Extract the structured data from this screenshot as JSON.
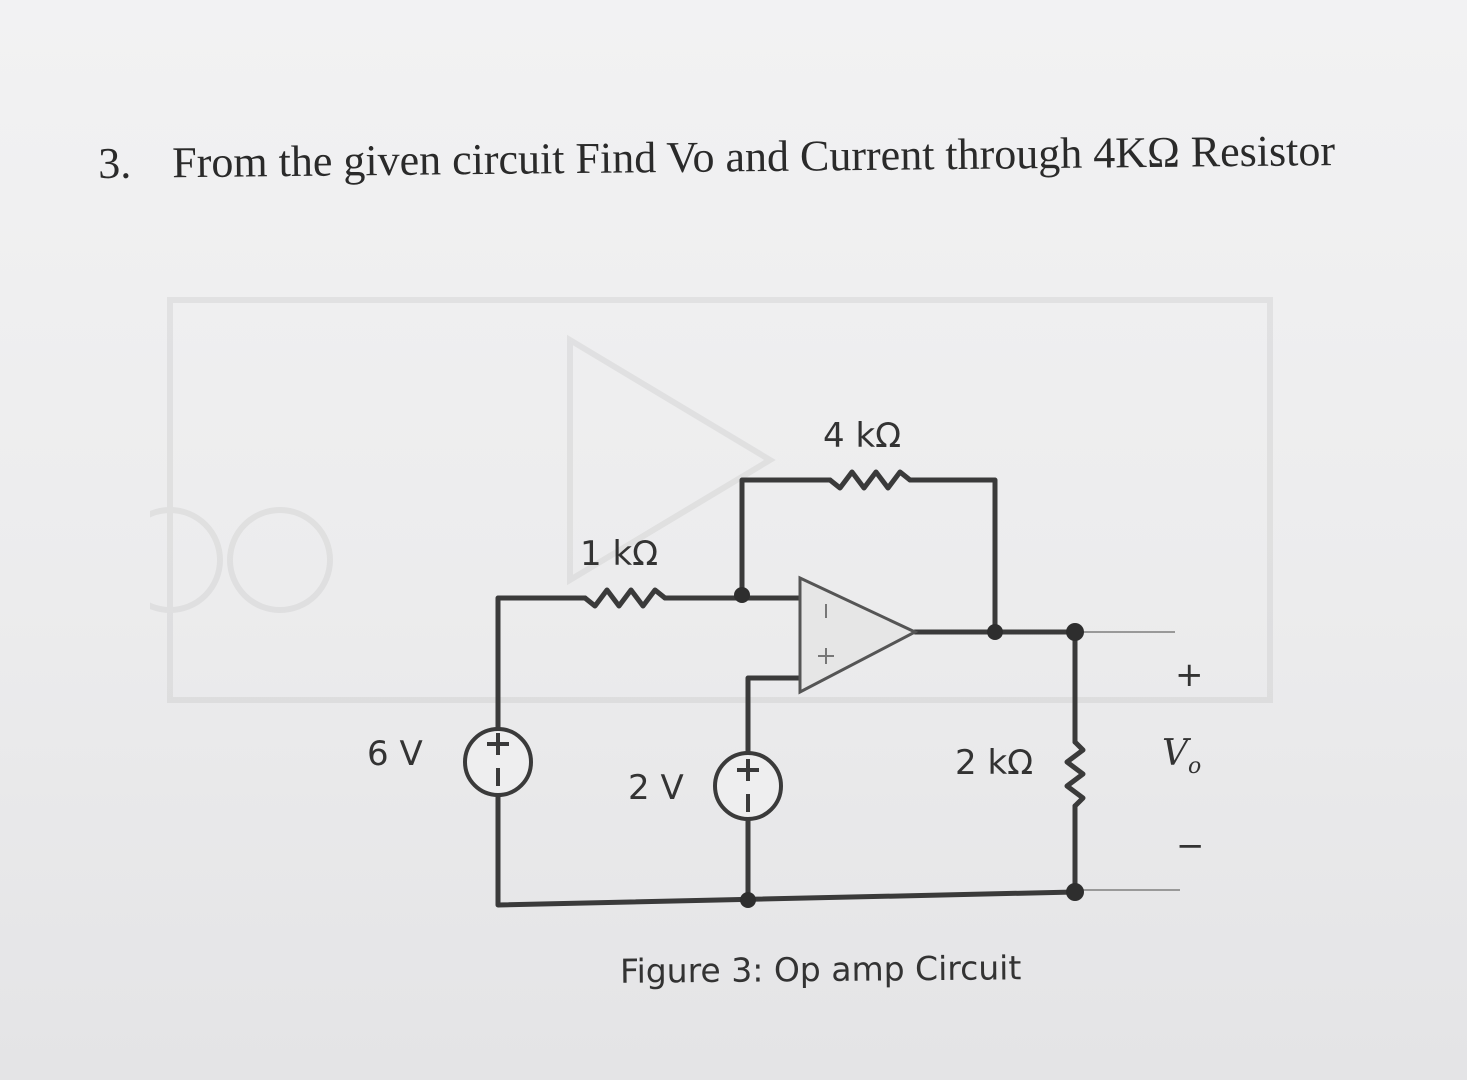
{
  "question": {
    "number": "3.",
    "text": "From the given circuit Find Vo and Current through 4KΩ Resistor"
  },
  "circuit": {
    "r_feedback": "4 kΩ",
    "r_input": "1 kΩ",
    "source_left": "6 V",
    "source_mid": "2 V",
    "r_load": "2 kΩ",
    "vo_plus": "+",
    "vo_label": "V",
    "vo_sub": "o",
    "vo_minus": "−"
  },
  "caption": "Figure 3: Op amp Circuit"
}
